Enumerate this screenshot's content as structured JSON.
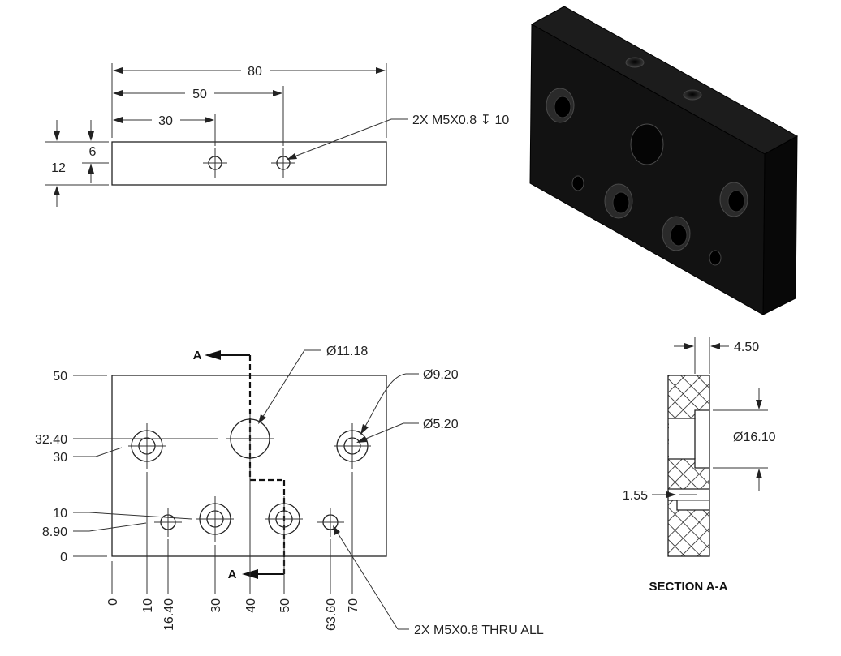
{
  "top_view": {
    "dim_overall": "80",
    "dim_hole2": "50",
    "dim_hole1": "30",
    "dim_height": "12",
    "dim_half_height": "6",
    "callout_tapped": "2X M5X0.8 ↧ 10"
  },
  "front_view": {
    "section_marker_top": "A",
    "section_marker_bottom": "A",
    "dia_center_hole": "Ø11.18",
    "dia_counterbore": "Ø9.20",
    "dia_through": "Ø5.20",
    "y_labels": [
      "50",
      "32.40",
      "30",
      "10",
      "8.90",
      "0"
    ],
    "x_labels": [
      "0",
      "10",
      "16.40",
      "30",
      "40",
      "50",
      "63.60",
      "70"
    ],
    "callout_thru": "2X M5X0.8 THRU ALL"
  },
  "section_view": {
    "dim_depth": "4.50",
    "dim_dia": "Ø16.10",
    "dim_small": "1.55",
    "title": "SECTION A-A"
  },
  "iso_view": {
    "body_color": "#111111",
    "top_face_color": "#1c1c1c",
    "side_face_color": "#0a0a0a"
  }
}
